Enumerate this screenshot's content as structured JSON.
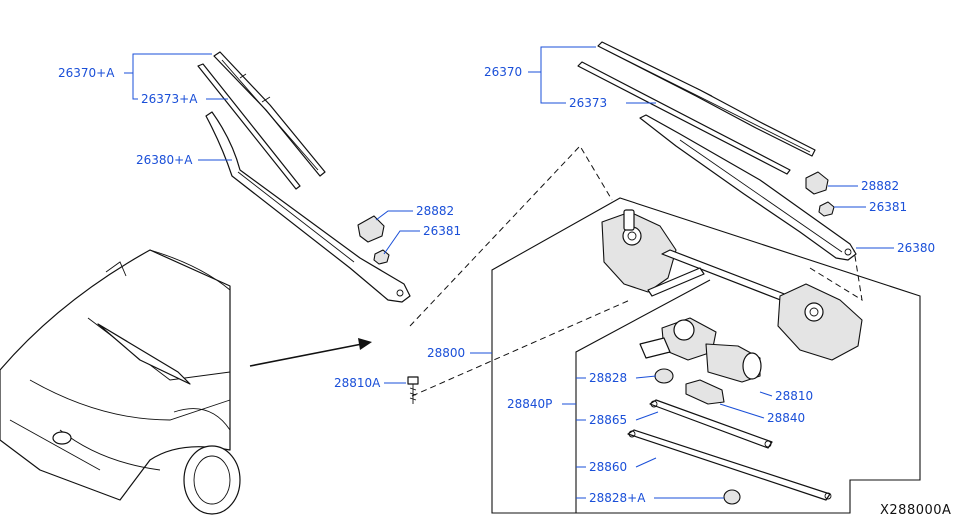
{
  "diagram_code": "X288000A",
  "callouts": {
    "c26370A": "26370+A",
    "c26373A": "26373+A",
    "c26380A": "26380+A",
    "c28882L": "28882",
    "c26381L": "26381",
    "c26370": "26370",
    "c26373": "26373",
    "c28882R": "28882",
    "c26381R": "26381",
    "c26380": "26380",
    "c28800": "28800",
    "c28810A": "28810A",
    "c28828": "28828",
    "c28840P": "28840P",
    "c28865": "28865",
    "c28810": "28810",
    "c28840": "28840",
    "c28860": "28860",
    "c28828A": "28828+A"
  },
  "colors": {
    "label": "#1a4fd8",
    "line_art": "#111111"
  }
}
